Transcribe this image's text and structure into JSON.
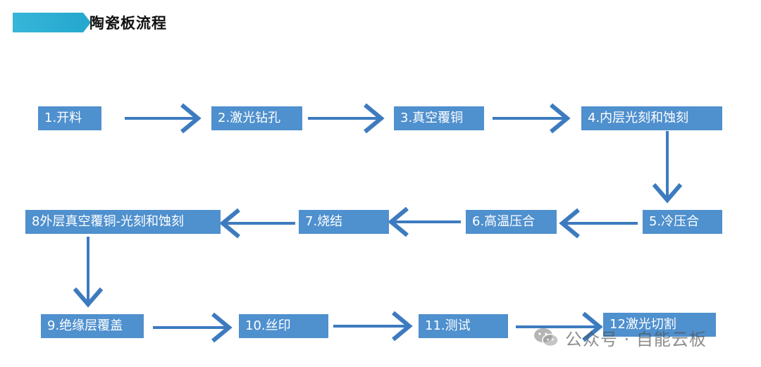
{
  "header": {
    "title": "陶瓷板流程"
  },
  "colors": {
    "box": "#4f90ce",
    "arrow": "#3d7bbf",
    "accent": "#2eaed6",
    "text": "#ffffff"
  },
  "steps": [
    {
      "label": "1.开料"
    },
    {
      "label": "2.激光钻孔"
    },
    {
      "label": "3.真空覆铜"
    },
    {
      "label": "4.内层光刻和蚀刻"
    },
    {
      "label": "5.冷压合"
    },
    {
      "label": "6.高温压合"
    },
    {
      "label": "7.烧结"
    },
    {
      "label": "8外层真空覆铜-光刻和蚀刻"
    },
    {
      "label": "9.绝缘层覆盖"
    },
    {
      "label": "10.丝印"
    },
    {
      "label": "11.测试"
    },
    {
      "label": "12激光切割"
    }
  ],
  "watermark": {
    "icon": "wechat-icon",
    "text": "公众号 · 自能云板"
  }
}
